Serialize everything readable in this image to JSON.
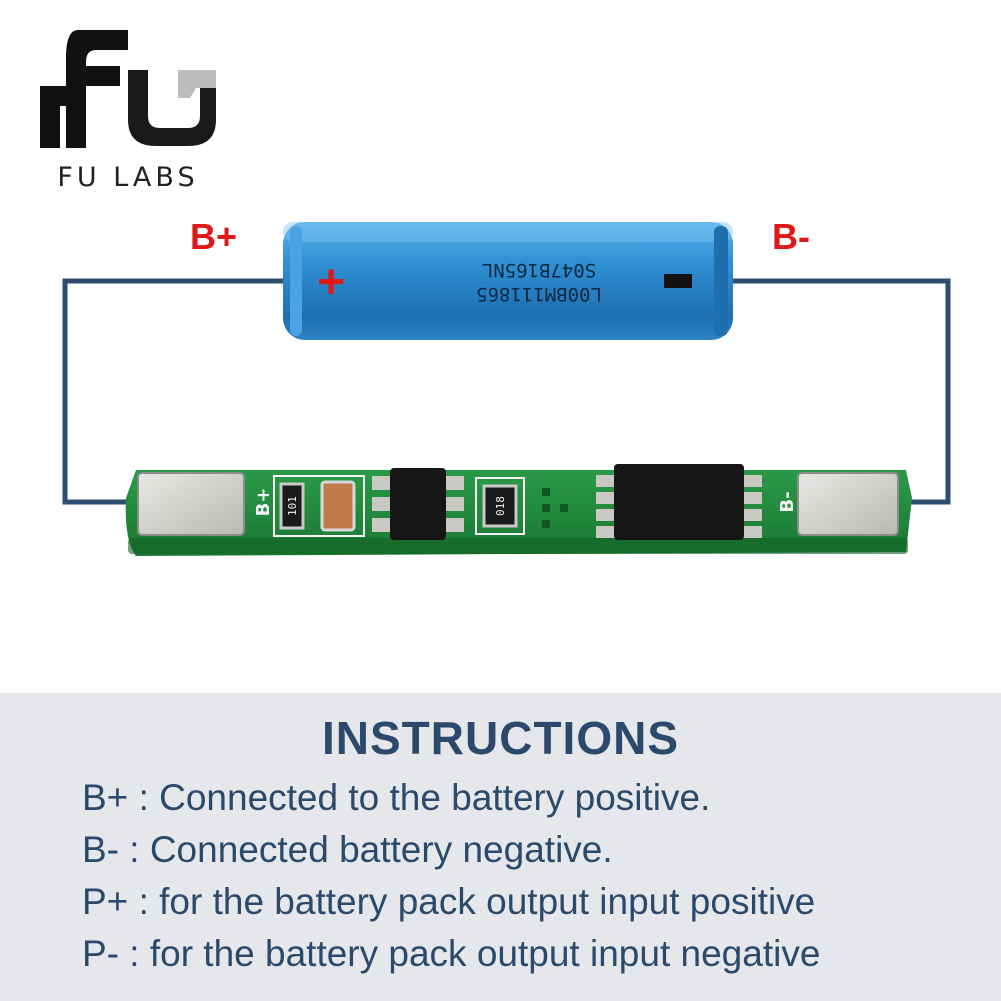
{
  "logo": {
    "text": "FU LABS"
  },
  "battery": {
    "positive_label": "B+",
    "negative_label": "B-",
    "plus_symbol": "+",
    "print_line_1": "L00BM111865",
    "print_line_2": "S047B165NL"
  },
  "board": {
    "silk_bplus": "B+",
    "silk_bminus": "B-",
    "resistor_1": "101",
    "resistor_2": "018"
  },
  "instructions": {
    "title": "INSTRUCTIONS",
    "lines": [
      "B+ : Connected to the battery positive.",
      "B- : Connected battery negative.",
      "P+ : for the battery pack output input positive",
      "P- : for the battery pack output input negative"
    ]
  },
  "colors": {
    "wire": "#2d4e6e",
    "battery": "#2e8ed3",
    "label_red": "#e01818",
    "pcb_green": "#1f8a3c",
    "text_navy": "#2b4a6b",
    "panel_bg": "#e6e7ea"
  }
}
